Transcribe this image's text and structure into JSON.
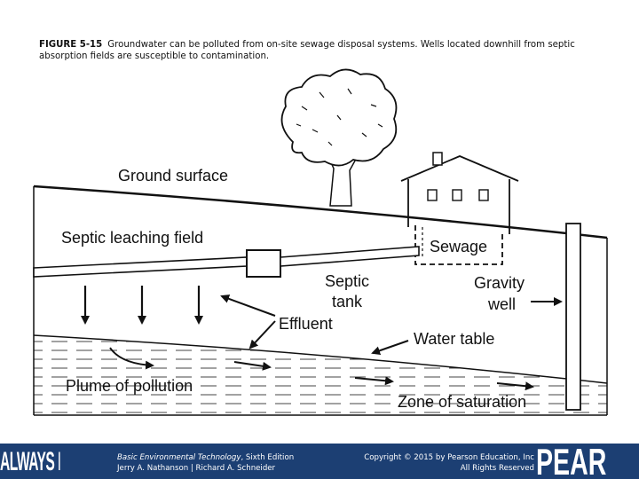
{
  "caption": {
    "figure_number": "FIGURE 5-15",
    "text": "Groundwater can be polluted from on-site sewage disposal systems. Wells located downhill from septic absorption fields are susceptible to contamination."
  },
  "labels": {
    "ground_surface": "Ground surface",
    "septic_leaching_field": "Septic leaching field",
    "sewage": "Sewage",
    "septic_tank_line1": "Septic",
    "septic_tank_line2": "tank",
    "gravity_well_line1": "Gravity",
    "gravity_well_line2": "well",
    "effluent": "Effluent",
    "water_table": "Water table",
    "plume_of_pollution": "Plume of pollution",
    "zone_of_saturation": "Zone of saturation"
  },
  "footer": {
    "brand_left": "ALWAYS LEARNING",
    "book_title": "Basic Environmental Technology",
    "book_edition": ", Sixth Edition",
    "authors": "Jerry A. Nathanson | Richard A. Schneider",
    "copyright": "Copyright © 2015 by Pearson Education, Inc",
    "rights": "All Rights Reserved",
    "brand_right": "PEARSON"
  },
  "colors": {
    "footer_background": "#1c3f73",
    "line": "#111111"
  }
}
